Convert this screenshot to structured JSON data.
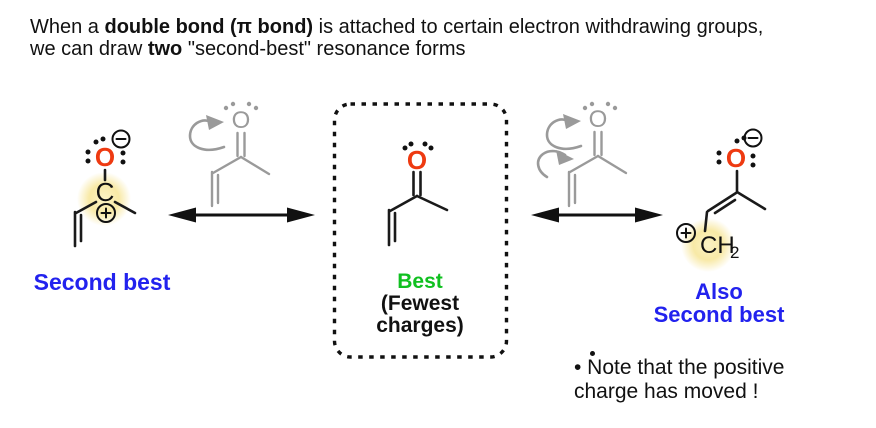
{
  "title": {
    "line1": {
      "pre": "When a ",
      "bold": "double bond (π bond)",
      "post": "  is attached to certain electron withdrawing groups,"
    },
    "line2": {
      "pre": "we can draw ",
      "bold": "two",
      "post": " \"second-best\" resonance forms"
    }
  },
  "labels": {
    "second_best": "Second best",
    "best": "Best",
    "best_caption": "(Fewest charges)",
    "also": {
      "line1": "Also",
      "line2": "Second best"
    },
    "note": {
      "line1": "• Note that the positive",
      "line2": "charge has moved !"
    }
  },
  "molecules": {
    "left_cation": {
      "oxygen": "O",
      "carbon": "C"
    },
    "gray_left": {
      "oxygen": "O"
    },
    "best_ketone": {
      "oxygen": "O"
    },
    "gray_right": {
      "oxygen": "O"
    },
    "right_cation": {
      "oxygen": "O",
      "ch2": "CH",
      "ch2_sub": "2"
    }
  },
  "colors": {
    "oxygen_red": "#ee3a11",
    "label_blue": "#2222ee",
    "best_green": "#10c020",
    "gray_structure": "#9a9a9a",
    "highlight_yellow": "#f8e9a6",
    "ink": "#111111"
  }
}
